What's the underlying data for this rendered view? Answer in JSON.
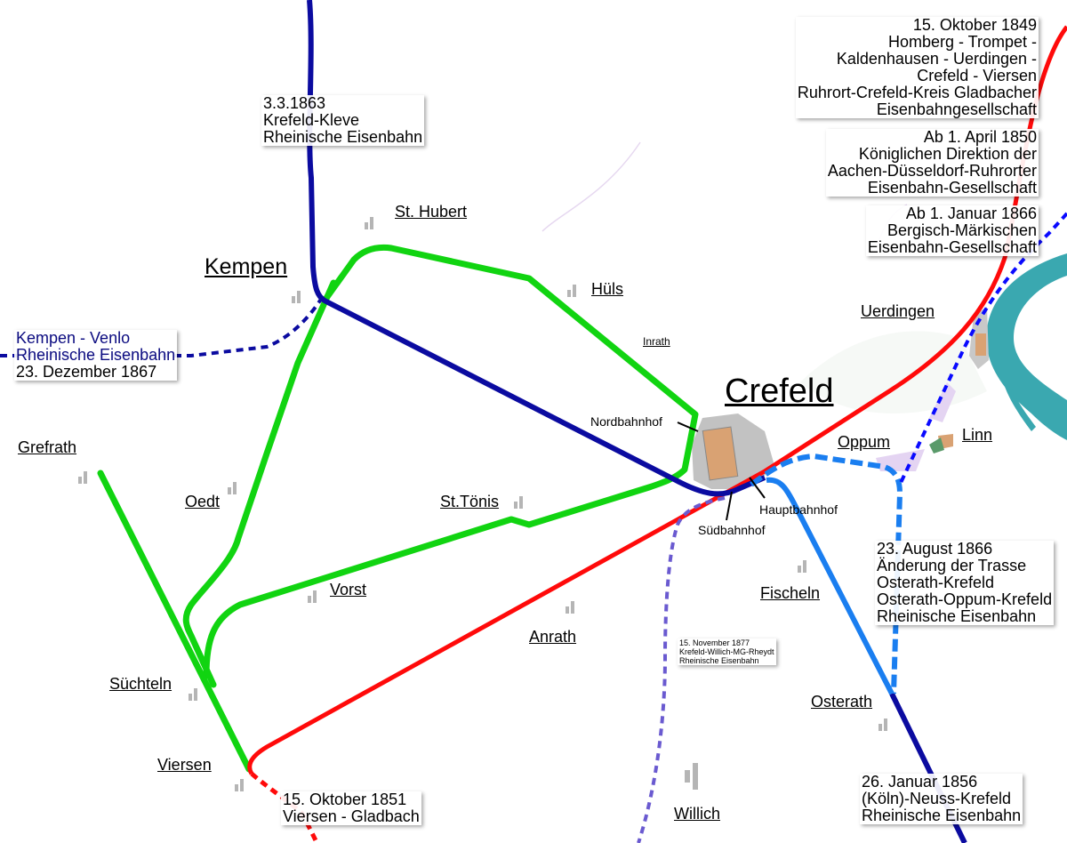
{
  "colors": {
    "kleve_line": "#0b0ba0",
    "green_lines": "#11d411",
    "red_line": "#ff0a0a",
    "light_blue_line": "#1a7ef0",
    "bergisch_dashed": "#0a0aff",
    "willich_dashed": "#6a5ad0",
    "river": "#3aa8b0"
  },
  "towns": {
    "kempen": "Kempen",
    "crefeld": "Crefeld",
    "st_hubert": "St. Hubert",
    "huels": "Hüls",
    "inrath": "Inrath",
    "uerdingen": "Uerdingen",
    "linn": "Linn",
    "oppum": "Oppum",
    "grefrath": "Grefrath",
    "oedt": "Oedt",
    "st_toenis": "St.Tönis",
    "vorst": "Vorst",
    "anrath": "Anrath",
    "fischeln": "Fischeln",
    "suechteln": "Süchteln",
    "viersen": "Viersen",
    "osterath": "Osterath",
    "willich": "Willich"
  },
  "stations": {
    "nordbahnhof": "Nordbahnhof",
    "hauptbahnhof": "Hauptbahnhof",
    "suedbahnhof": "Südbahnhof"
  },
  "annotations": {
    "kleve": [
      "3.3.1863",
      "Krefeld-Kleve",
      "Rheinische Eisenbahn"
    ],
    "venlo": [
      "Kempen - Venlo",
      "Rheinische Eisenbahn",
      "23. Dezember 1867"
    ],
    "ruhrort": [
      "15. Oktober 1849",
      "Homberg - Trompet -",
      "Kaldenhausen - Uerdingen -",
      "Crefeld - Viersen",
      "Ruhrort-Crefeld-Kreis Gladbacher",
      "Eisenbahngesellschaft"
    ],
    "aachen": [
      "Ab 1. April 1850",
      "Königlichen Direktion der",
      "Aachen-Düsseldorf-Ruhrorter",
      "Eisenbahn-Gesellschaft"
    ],
    "bergisch": [
      "Ab 1. Januar 1866",
      "Bergisch-Märkischen",
      "Eisenbahn-Gesellschaft"
    ],
    "august": [
      "23. August 1866",
      "Änderung der Trasse",
      "Osterath-Krefeld",
      "Osterath-Oppum-Krefeld",
      "Rheinische Eisenbahn"
    ],
    "willich_line": [
      "15. November 1877",
      "Krefeld-Willich-MG-Rheydt",
      "Rheinische Eisenbahn"
    ],
    "gladbach": [
      "15. Oktober 1851",
      "Viersen - Gladbach"
    ],
    "neuss": [
      "26. Januar 1856",
      "(Köln)-Neuss-Krefeld",
      "Rheinische Eisenbahn"
    ]
  }
}
